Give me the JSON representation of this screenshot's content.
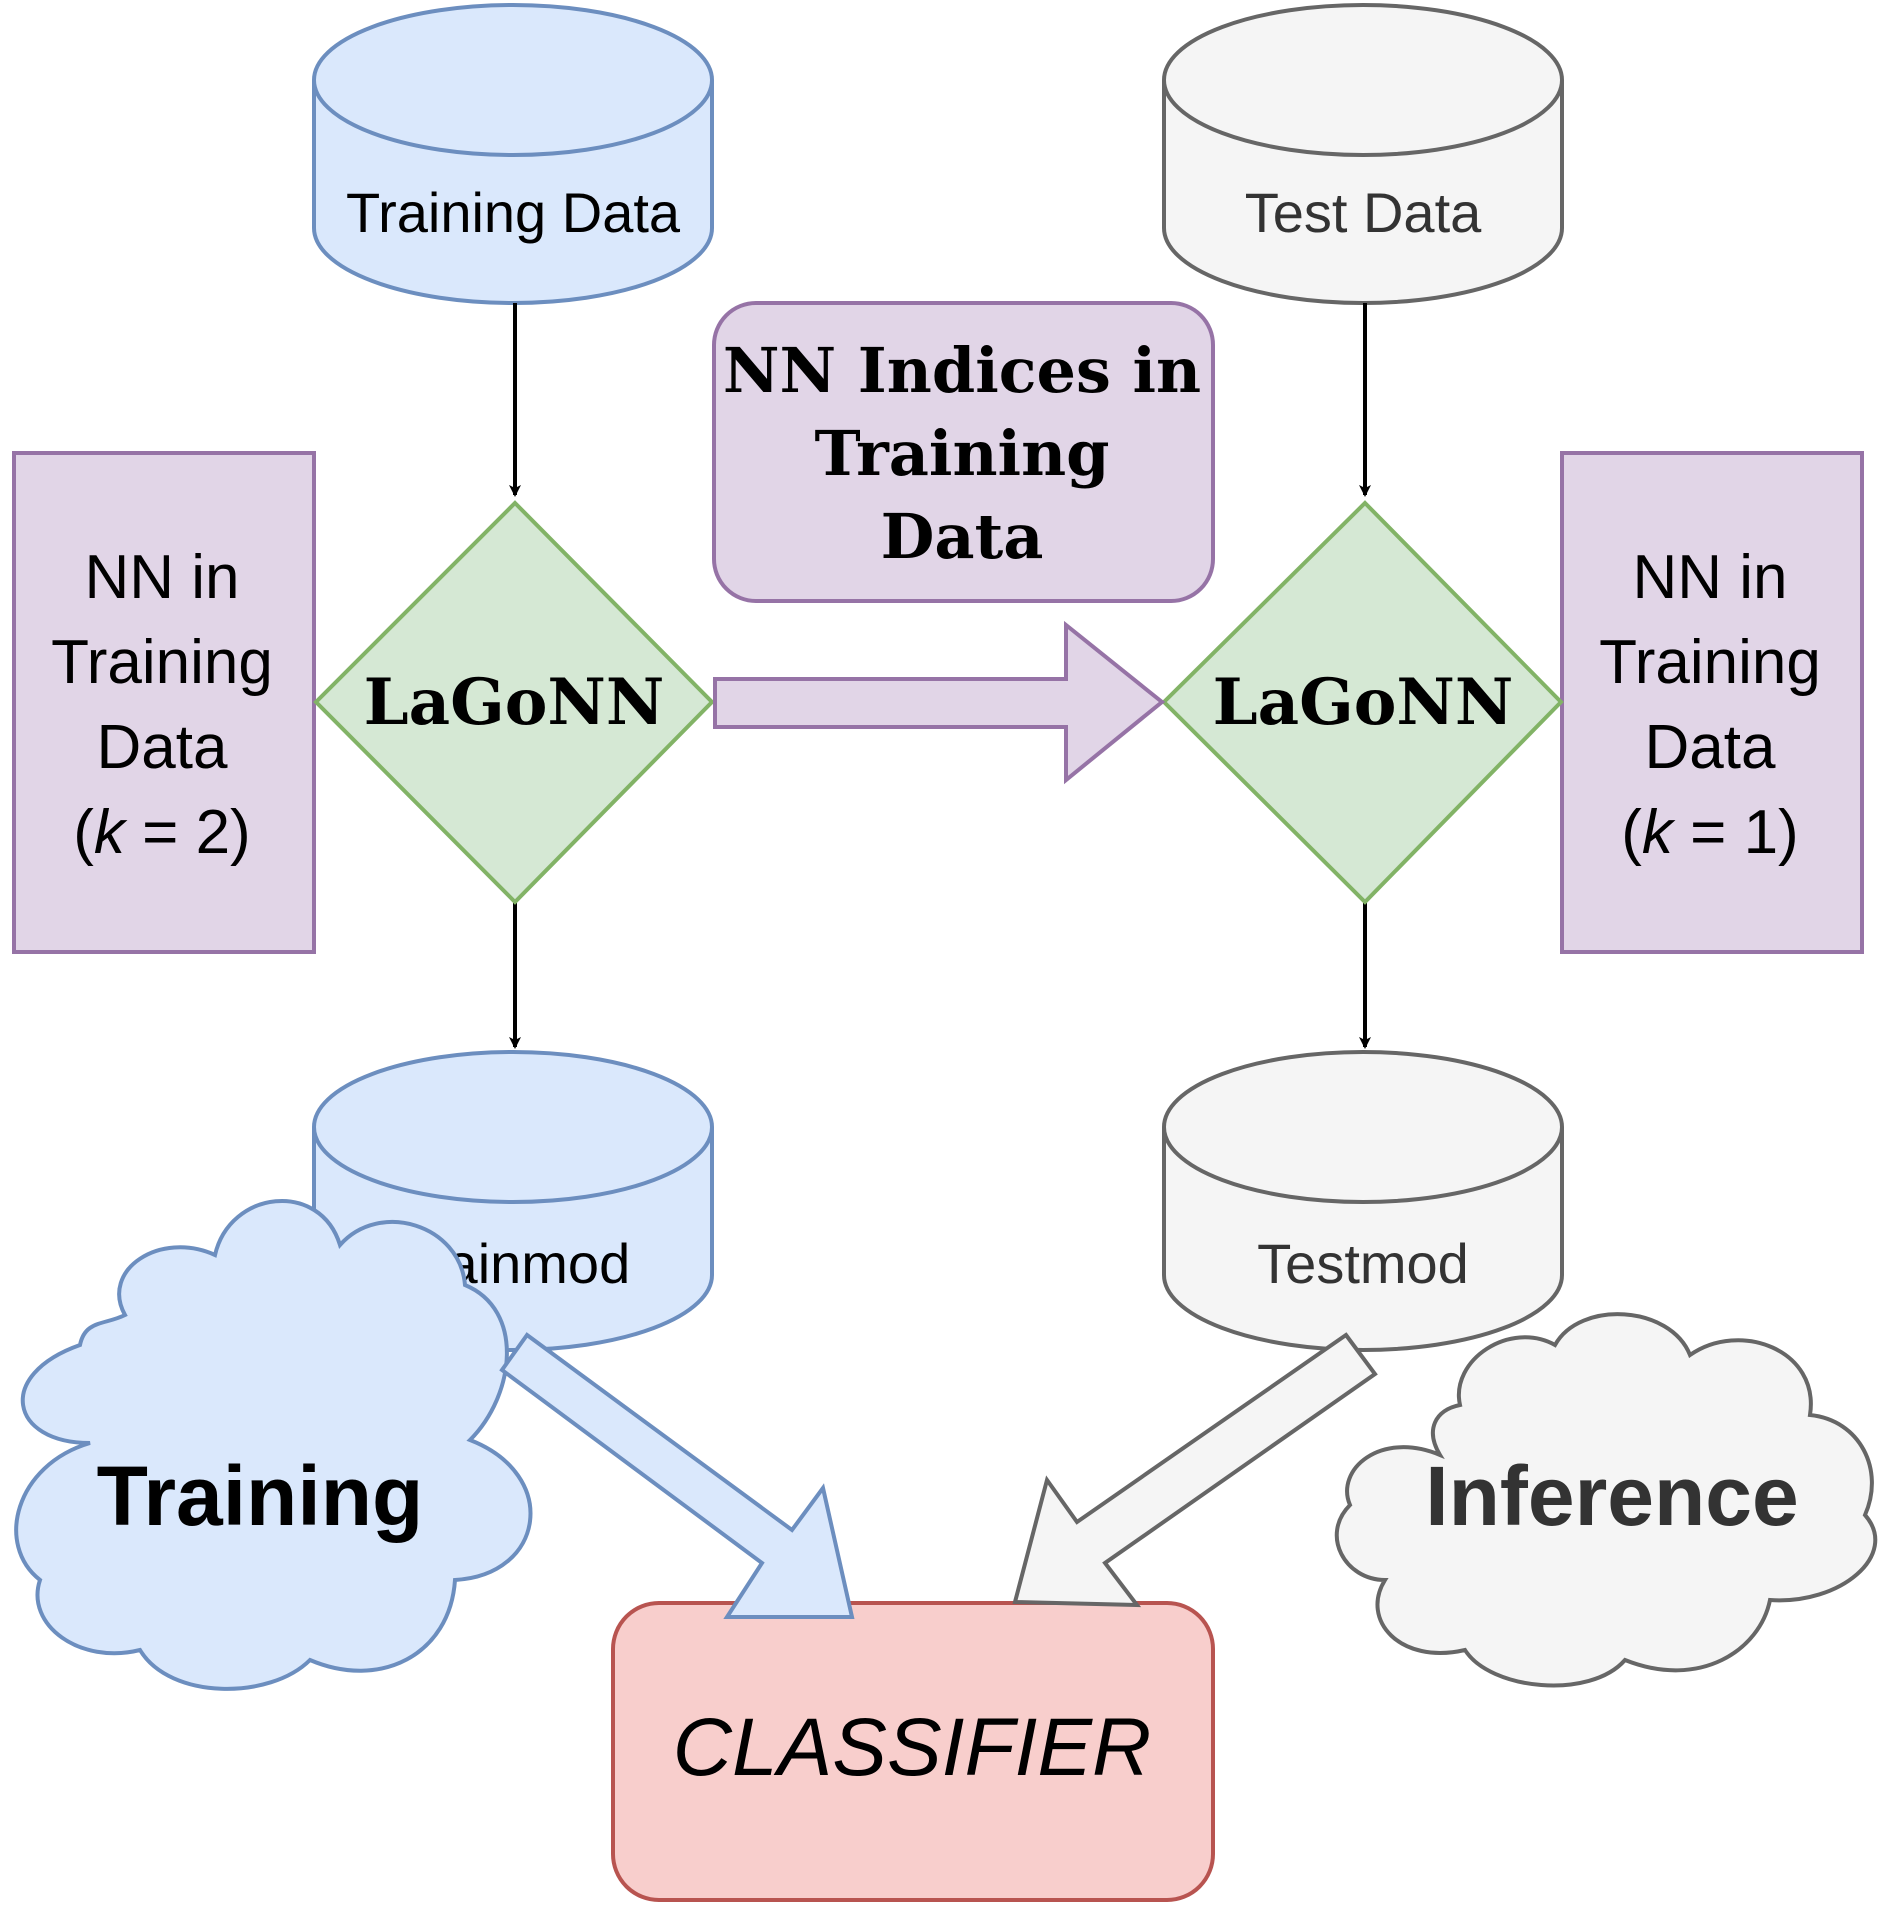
{
  "colors": {
    "blue_fill": "#dae8fc",
    "blue_stroke": "#6c8ebf",
    "gray_fill": "#f5f5f5",
    "gray_stroke": "#666666",
    "purple_fill": "#e1d5e7",
    "purple_stroke": "#9673a6",
    "green_fill": "#d5e8d4",
    "green_stroke": "#82b366",
    "red_fill": "#f8cecc",
    "red_stroke": "#b85450",
    "arrow": "#000000"
  },
  "nodes": {
    "training_data": "Training Data",
    "test_data": "Test Data",
    "nn_indices": [
      "NN Indices in",
      "Training",
      "Data"
    ],
    "lagonn_left": "LaGoNN",
    "lagonn_right": "LaGoNN",
    "nn_left": {
      "lines": [
        "NN in",
        "Training",
        "Data"
      ],
      "k_prefix": "(",
      "k_var": "k",
      "k_suffix": " = 2)"
    },
    "nn_right": {
      "lines": [
        "NN in",
        "Training",
        "Data"
      ],
      "k_prefix": "(",
      "k_var": "k",
      "k_suffix": " = 1)"
    },
    "trainmod": "Trainmod",
    "testmod": "Testmod",
    "training_cloud": "Training",
    "inference_cloud": "Inference",
    "classifier": "CLASSIFIER"
  }
}
